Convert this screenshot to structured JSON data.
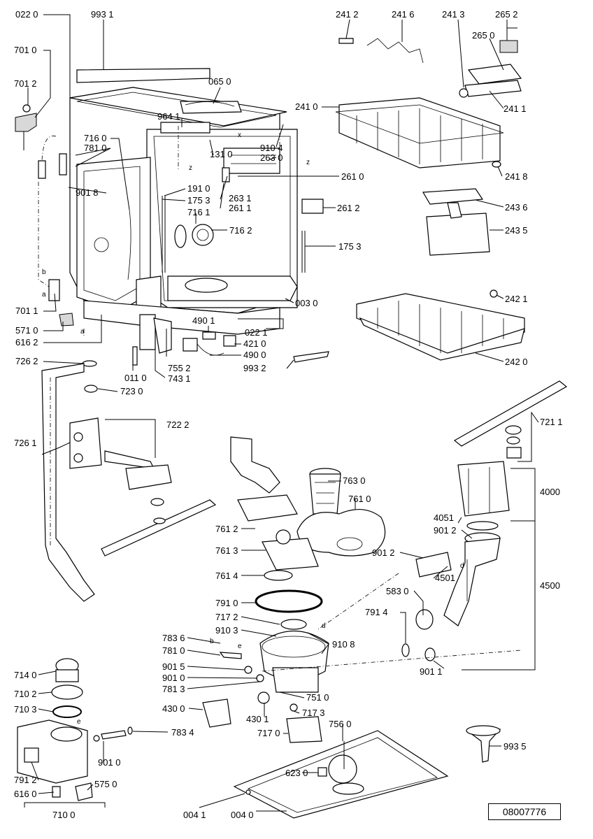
{
  "document_number": "08007776",
  "labels": {
    "p0220": "022 0",
    "p9931": "993 1",
    "p7010": "701 0",
    "p7012": "701 2",
    "p0650": "065 0",
    "p9641": "964 1",
    "p7160": "716 0",
    "p7810": "781 0",
    "p9018": "901 8",
    "p1310": "131 0",
    "p9104": "910 4",
    "p2630": "263 0",
    "p1910": "191 0",
    "p1753a": "175 3",
    "p7161": "716 1",
    "p2631": "263 1",
    "p2611": "261 1",
    "p2610": "261 0",
    "p2612": "261 2",
    "p7162": "716 2",
    "p1753b": "175 3",
    "p7011": "701 1",
    "p0030": "003 0",
    "p5710": "571 0",
    "p6162": "616 2",
    "p4901": "490 1",
    "p0221": "022 1",
    "p4210": "421 0",
    "p4900": "490 0",
    "p9932": "993 2",
    "p7262": "726 2",
    "p7552": "755 2",
    "p0110": "011 0",
    "p7431": "743 1",
    "p7230": "723 0",
    "p2412": "241 2",
    "p2416": "241 6",
    "p2413": "241 3",
    "p2652": "265 2",
    "p2650": "265 0",
    "p2410": "241 0",
    "p2411": "241 1",
    "p2418": "241 8",
    "p2436": "243 6",
    "p2435": "243 5",
    "p2421": "242 1",
    "p2420": "242 0",
    "p7222": "722 2",
    "p7261": "726 1",
    "p7211": "721 1",
    "p4000": "4000",
    "p7630": "763 0",
    "p7610": "761 0",
    "p7612": "761 2",
    "p7613": "761 3",
    "p7614": "761 4",
    "p4051": "4051",
    "p9012a": "901 2",
    "p9012b": "901 2",
    "p4501": "4501",
    "p4500": "4500",
    "p5830": "583 0",
    "p7910": "791 0",
    "p7172": "717 2",
    "p9103": "910 3",
    "p9108": "910 8",
    "p7914": "791 4",
    "p7836": "783 6",
    "p7810b": "781 0",
    "p9015": "901 5",
    "p9010": "901 0",
    "p7813": "781 3",
    "p9011": "901 1",
    "p7140": "714 0",
    "p7102": "710 2",
    "p7103": "710 3",
    "p4300": "430 0",
    "p4301": "430 1",
    "p7510": "751 0",
    "p7173": "717 3",
    "p7560": "756 0",
    "p7170": "717 0",
    "p7834": "783 4",
    "p9010b": "901 0",
    "p9935": "993 5",
    "p7912": "791 2",
    "p5750": "575 0",
    "p6230": "623 0",
    "p6160": "616 0",
    "p7100": "710 0",
    "p0041": "004 1",
    "p0040": "004 0",
    "la": "a",
    "lb": "b",
    "la2": "a",
    "lb2": "b",
    "ld": "d",
    "ld2": "d",
    "le": "e",
    "le2": "e",
    "lz": "z",
    "lz2": "z",
    "lx": "x"
  },
  "colors": {
    "ink": "#000000",
    "paper": "#ffffff",
    "shade": "#d8d8d8"
  }
}
